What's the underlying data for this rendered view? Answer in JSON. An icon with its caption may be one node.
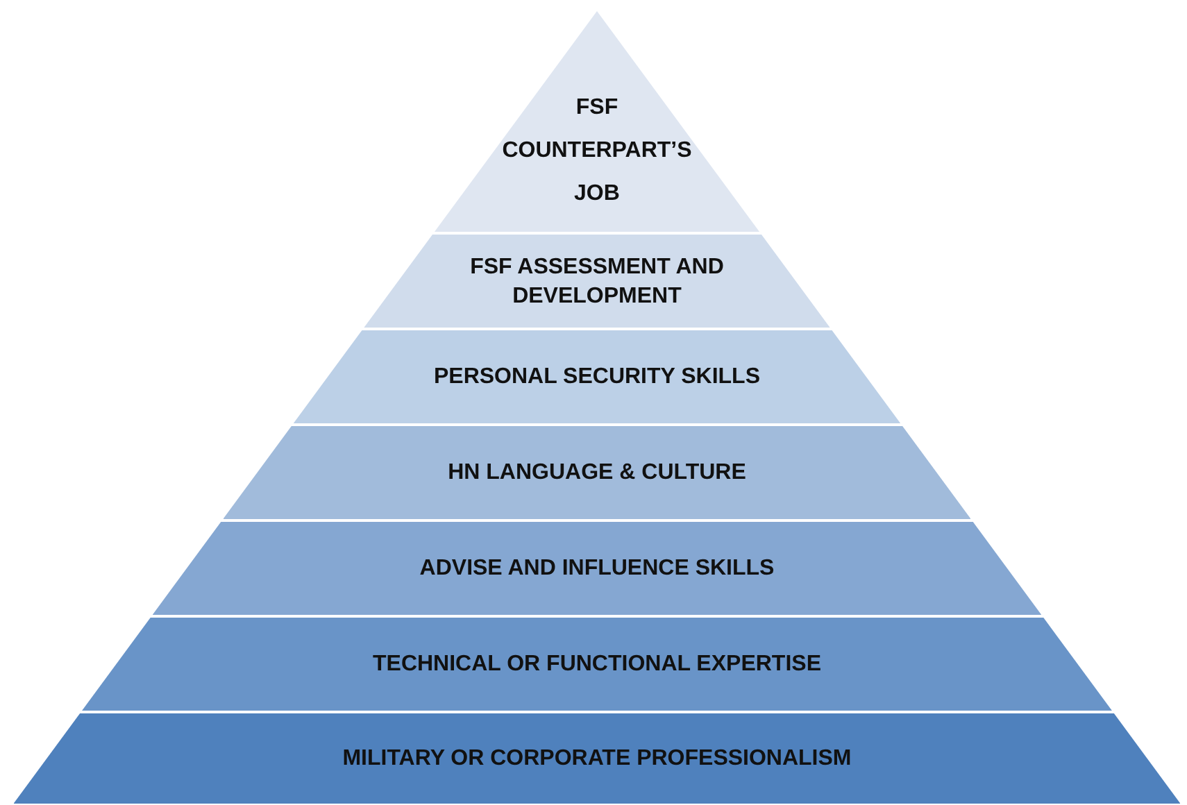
{
  "diagram": {
    "nodes": [
      {
        "text": [
          "FSF COUNTERPART’S JOB"
        ]
      },
      {
        "text": [
          "FSF ASSESSMENT AND DEVELOPMENT"
        ]
      },
      {
        "text": [
          "PERSONAL SECURITY SKILLS"
        ]
      },
      {
        "text": [
          "HN LANGUAGE & CULTURE"
        ]
      },
      {
        "text": [
          "ADVISE AND INFLUENCE SKILLS"
        ]
      },
      {
        "text": [
          "TECHNICAL OR FUNCTIONAL EXPERTISE"
        ]
      },
      {
        "text": [
          "MILITARY OR CORPORATE PROFESSIONALISM"
        ]
      }
    ]
  }
}
